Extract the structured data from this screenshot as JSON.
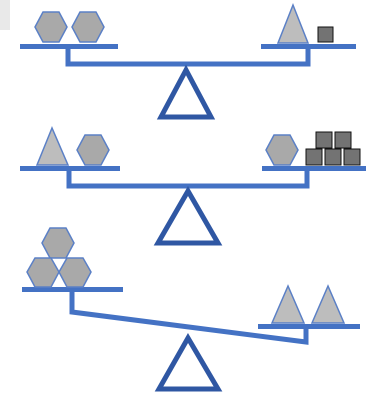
{
  "colors": {
    "beam": "#4472c4",
    "hexagon": "#a9a9a9",
    "triangle": "#bdbdbd",
    "square": "#737373",
    "outline": "#5b80c6",
    "square_outline": "#111111"
  },
  "balances": [
    {
      "state": "balanced",
      "left": {
        "hexagon": 2
      },
      "right": {
        "triangle": 1,
        "square": 1
      }
    },
    {
      "state": "balanced",
      "left": {
        "triangle": 1,
        "hexagon": 1
      },
      "right": {
        "hexagon": 1,
        "square": 5
      }
    },
    {
      "state": "tilted",
      "heavier_side": "right",
      "left": {
        "hexagon": 3
      },
      "right": {
        "triangle": 2
      }
    }
  ]
}
